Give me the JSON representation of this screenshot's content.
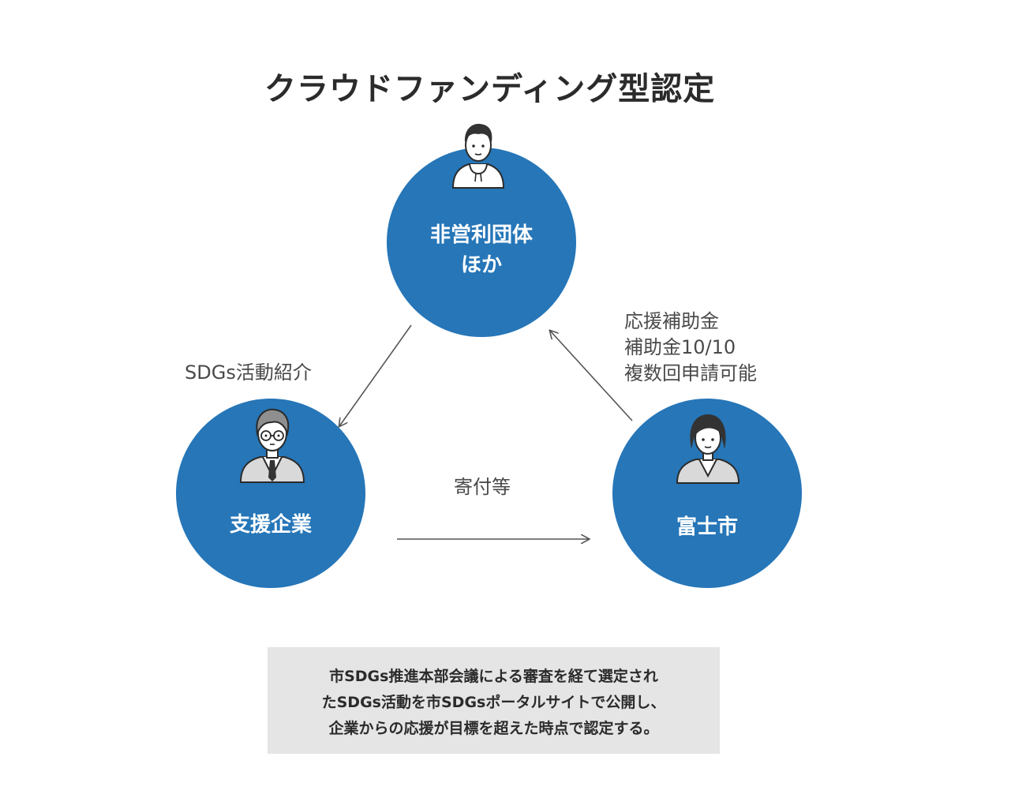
{
  "title": "クラウドファンディング型認定",
  "nodes": {
    "top": {
      "line1": "非営利団体",
      "line2": "ほか"
    },
    "left": {
      "label": "支援企業"
    },
    "right": {
      "label": "富士市"
    }
  },
  "edges": {
    "top_to_left": {
      "label": "SDGs活動紹介"
    },
    "left_to_right": {
      "label": "寄付等"
    },
    "right_to_top": {
      "line1": "応援補助金",
      "line2": "補助金10/10",
      "line3": "複数回申請可能"
    }
  },
  "note": {
    "line1": "市SDGs推進本部会議による審査を経て選定され",
    "line2": "たSDGs活動を市SDGsポータルサイトで公開し、",
    "line3": "企業からの応援が目標を超えた時点で認定する。"
  },
  "colors": {
    "node_fill": "#2676b8",
    "note_bg": "#e5e5e5",
    "arrow": "#555555",
    "title": "#2b2b2b"
  },
  "icons": {
    "top": "person-hoodie-icon",
    "left": "businessman-glasses-icon",
    "right": "businesswoman-icon"
  }
}
